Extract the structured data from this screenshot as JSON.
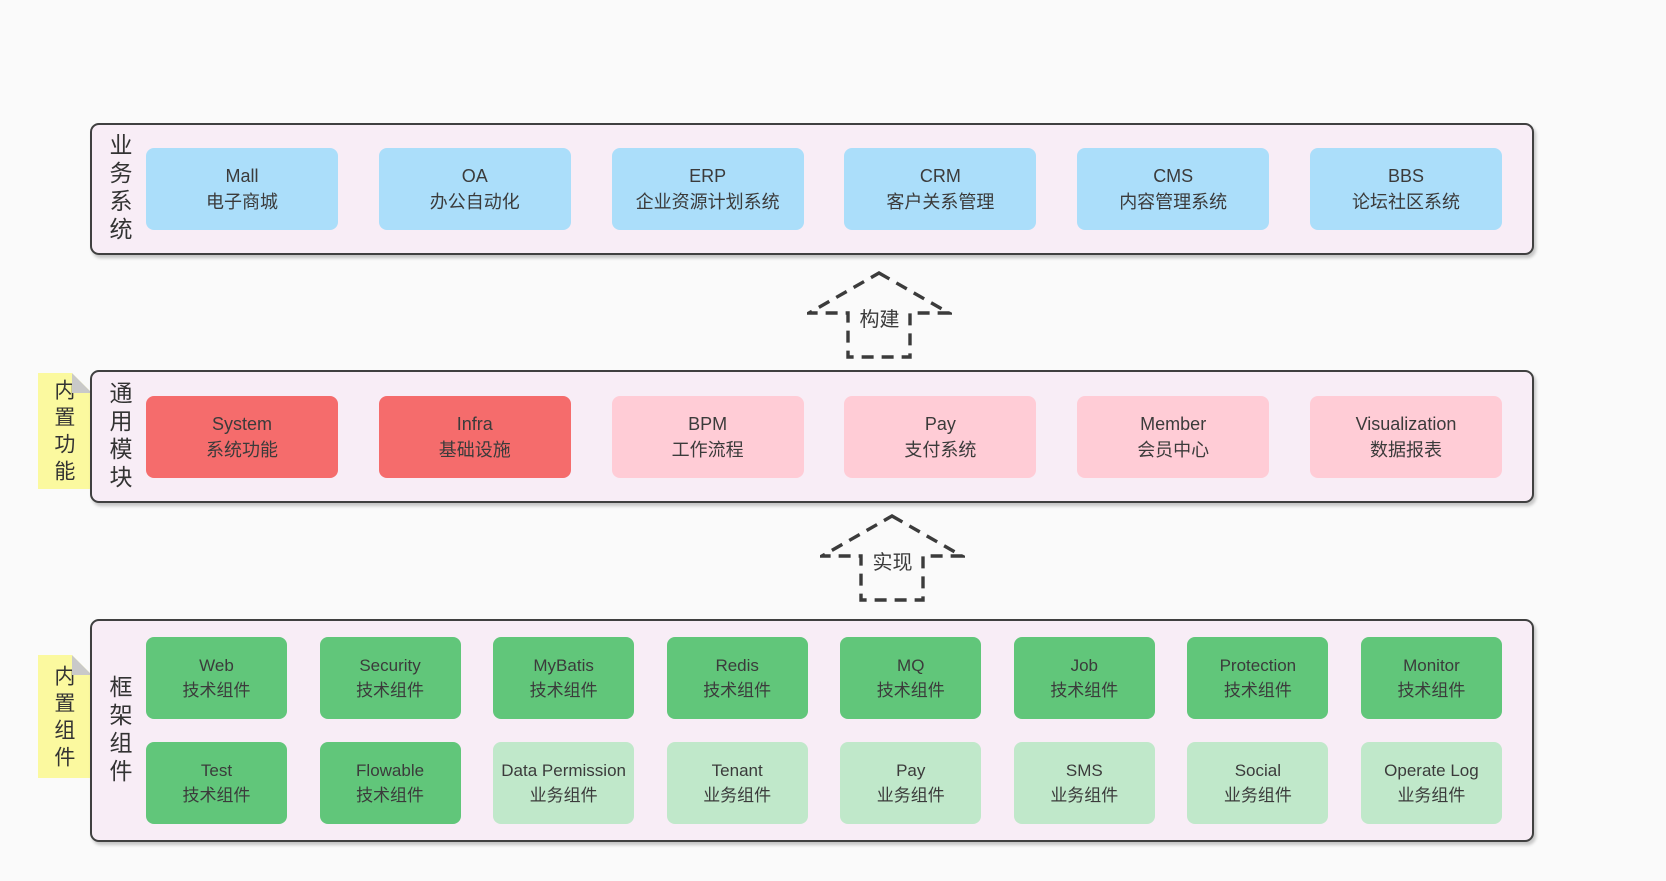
{
  "colors": {
    "page_background": "#fafafa",
    "container_background": "#f8edf6",
    "container_border": "#404040",
    "business_box": "#abdefa",
    "core_module_box": "#f56c6c",
    "optional_module_box": "#ffccd6",
    "tech_component_box": "#61c67a",
    "biz_component_box": "#c0e8ca",
    "sticky_note": "#fbf99f",
    "note_fold": "#c9c9c9",
    "text": "#3b3b3b"
  },
  "arrows": [
    {
      "label": "构建"
    },
    {
      "label": "实现"
    }
  ],
  "sections": [
    {
      "side_label": "业务系统",
      "boxes": [
        {
          "name": "Mall",
          "subtitle": "电子商城"
        },
        {
          "name": "OA",
          "subtitle": "办公自动化"
        },
        {
          "name": "ERP",
          "subtitle": "企业资源计划系统"
        },
        {
          "name": "CRM",
          "subtitle": "客户关系管理"
        },
        {
          "name": "CMS",
          "subtitle": "内容管理系统"
        },
        {
          "name": "BBS",
          "subtitle": "论坛社区系统"
        }
      ]
    },
    {
      "side_label": "通用模块",
      "sticky_note": "内置功能",
      "boxes": [
        {
          "name": "System",
          "subtitle": "系统功能"
        },
        {
          "name": "Infra",
          "subtitle": "基础设施"
        },
        {
          "name": "BPM",
          "subtitle": "工作流程"
        },
        {
          "name": "Pay",
          "subtitle": "支付系统"
        },
        {
          "name": "Member",
          "subtitle": "会员中心"
        },
        {
          "name": "Visualization",
          "subtitle": "数据报表"
        }
      ]
    },
    {
      "side_label": "框架组件",
      "sticky_note": "内置组件",
      "rows": [
        [
          {
            "name": "Web",
            "subtitle": "技术组件"
          },
          {
            "name": "Security",
            "subtitle": "技术组件"
          },
          {
            "name": "MyBatis",
            "subtitle": "技术组件"
          },
          {
            "name": "Redis",
            "subtitle": "技术组件"
          },
          {
            "name": "MQ",
            "subtitle": "技术组件"
          },
          {
            "name": "Job",
            "subtitle": "技术组件"
          },
          {
            "name": "Protection",
            "subtitle": "技术组件"
          },
          {
            "name": "Monitor",
            "subtitle": "技术组件"
          }
        ],
        [
          {
            "name": "Test",
            "subtitle": "技术组件"
          },
          {
            "name": "Flowable",
            "subtitle": "技术组件"
          },
          {
            "name": "Data Permission",
            "subtitle": "业务组件"
          },
          {
            "name": "Tenant",
            "subtitle": "业务组件"
          },
          {
            "name": "Pay",
            "subtitle": "业务组件"
          },
          {
            "name": "SMS",
            "subtitle": "业务组件"
          },
          {
            "name": "Social",
            "subtitle": "业务组件"
          },
          {
            "name": "Operate Log",
            "subtitle": "业务组件"
          }
        ]
      ]
    }
  ]
}
